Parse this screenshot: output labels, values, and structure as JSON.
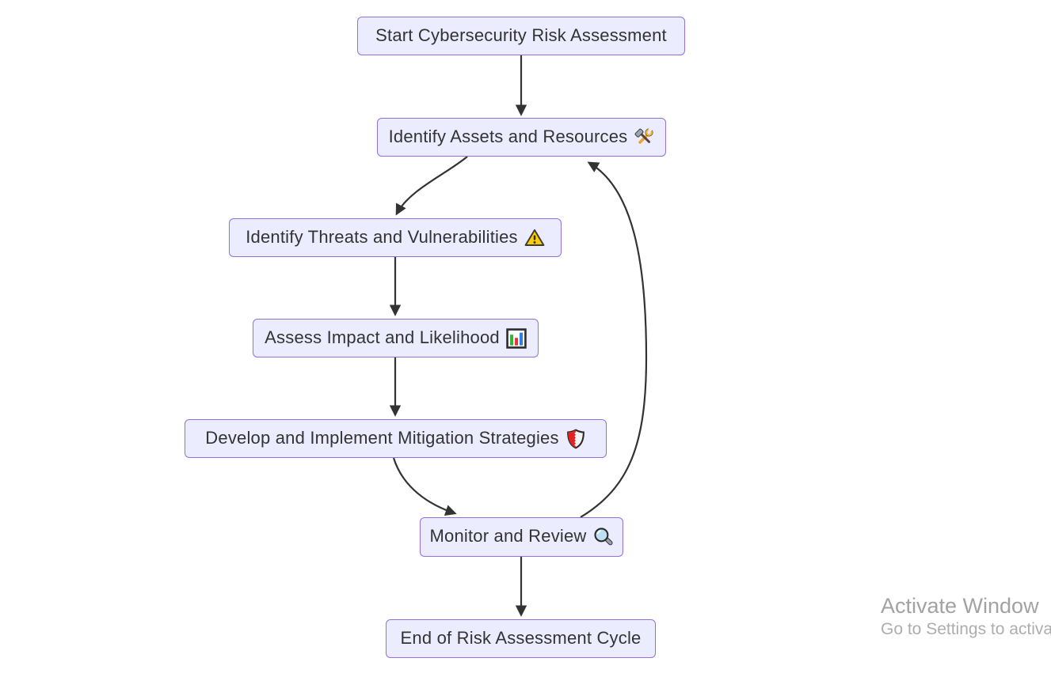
{
  "diagram": {
    "type": "flowchart",
    "direction": "top-down",
    "nodes": [
      {
        "id": "start",
        "label": "Start Cybersecurity Risk Assessment",
        "icon": null
      },
      {
        "id": "identify_assets",
        "label": "Identify Assets and Resources",
        "icon": "hammer-wrench-icon"
      },
      {
        "id": "identify_threats",
        "label": "Identify Threats and Vulnerabilities",
        "icon": "warning-icon"
      },
      {
        "id": "assess_impact",
        "label": "Assess Impact and Likelihood",
        "icon": "bar-chart-icon"
      },
      {
        "id": "develop_mitigation",
        "label": "Develop and Implement Mitigation Strategies",
        "icon": "shield-icon"
      },
      {
        "id": "monitor_review",
        "label": "Monitor and Review",
        "icon": "magnifier-icon"
      },
      {
        "id": "end",
        "label": "End of Risk Assessment Cycle",
        "icon": null
      }
    ],
    "edges": [
      {
        "from": "start",
        "to": "identify_assets"
      },
      {
        "from": "identify_assets",
        "to": "identify_threats"
      },
      {
        "from": "identify_threats",
        "to": "assess_impact"
      },
      {
        "from": "assess_impact",
        "to": "develop_mitigation"
      },
      {
        "from": "develop_mitigation",
        "to": "monitor_review"
      },
      {
        "from": "monitor_review",
        "to": "end"
      },
      {
        "from": "monitor_review",
        "to": "identify_assets"
      }
    ],
    "colors": {
      "node_fill": "#ECECFF",
      "node_border": "#9370DB",
      "edge": "#333333",
      "text": "#333333"
    }
  },
  "watermark": {
    "line1": "Activate Window",
    "line2": "Go to Settings to activa"
  }
}
